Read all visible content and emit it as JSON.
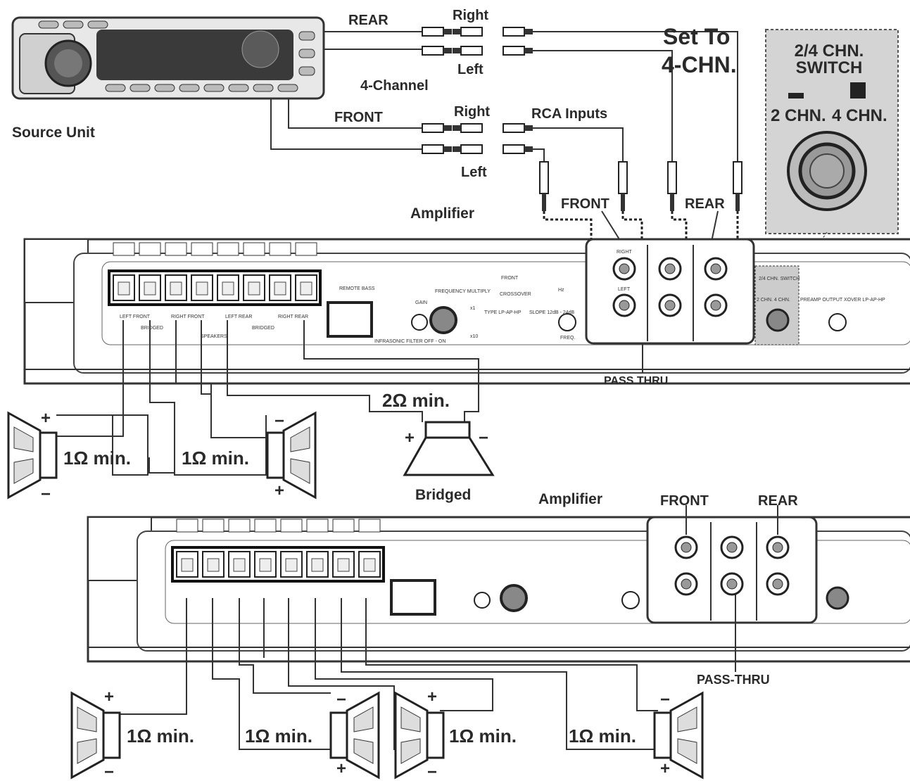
{
  "source_unit": {
    "label": "Source Unit"
  },
  "rca": {
    "rear_label": "REAR",
    "front_label": "FRONT",
    "rear_right": "Right",
    "rear_left": "Left",
    "front_right": "Right",
    "front_left": "Left",
    "four_channel": "4-Channel",
    "rca_inputs": "RCA Inputs"
  },
  "switch_callout": {
    "set_to_line1": "Set To",
    "set_to_line2": "4-CHN.",
    "title_line1": "2/4 CHN.",
    "title_line2": "SWITCH",
    "opt_2": "2 CHN.",
    "opt_4": "4 CHN."
  },
  "amp1": {
    "label": "Amplifier",
    "front": "FRONT",
    "rear": "REAR",
    "pass_thru": "PASS THRU",
    "panel": {
      "terminals": [
        "LEFT FRONT",
        "RIGHT FRONT",
        "LEFT REAR",
        "RIGHT REAR"
      ],
      "bridged": "BRIDGED",
      "speakers": "SPEAKERS",
      "remote_bass": "REMOTE BASS",
      "infrasonic": "INFRASONIC FILTER OFF - ON",
      "gain": "GAIN",
      "freq_multiply": "FREQUENCY MULTIPLY",
      "x1": "x1",
      "x10": "x10",
      "crossover": "CROSSOVER",
      "type": "TYPE LP-AP-HP",
      "slope": "SLOPE 12dB - 24dB",
      "freq": "FREQ.",
      "hz": "Hz",
      "front_section": "FRONT",
      "rca_right": "RIGHT",
      "rca_left": "LEFT",
      "switch_small": "2/4 CHN. SWITCH",
      "switch_opts": "2 CHN. 4 CHN.",
      "preamp": "PREAMP OUTPUT XOVER LP-AP-HP"
    }
  },
  "amp2": {
    "label": "Amplifier",
    "front": "FRONT",
    "rear": "REAR",
    "pass_thru": "PASS-THRU"
  },
  "speakers_top": [
    {
      "impedance": "1Ω min.",
      "plus": "+",
      "minus": "−"
    },
    {
      "impedance": "1Ω min.",
      "plus": "+",
      "minus": "−"
    },
    {
      "impedance": "2Ω min.",
      "plus": "+",
      "minus": "−",
      "caption": "Bridged"
    }
  ],
  "speakers_bottom": [
    {
      "impedance": "1Ω min.",
      "plus": "+",
      "minus": "−"
    },
    {
      "impedance": "1Ω min.",
      "plus": "+",
      "minus": "−"
    },
    {
      "impedance": "1Ω min.",
      "plus": "+",
      "minus": "−"
    },
    {
      "impedance": "1Ω min.",
      "plus": "+",
      "minus": "−"
    }
  ],
  "colors": {
    "line": "#333333",
    "panel_fill": "#ffffff",
    "callout_fill": "#d4d4d4",
    "display": "#3a3a3a"
  }
}
